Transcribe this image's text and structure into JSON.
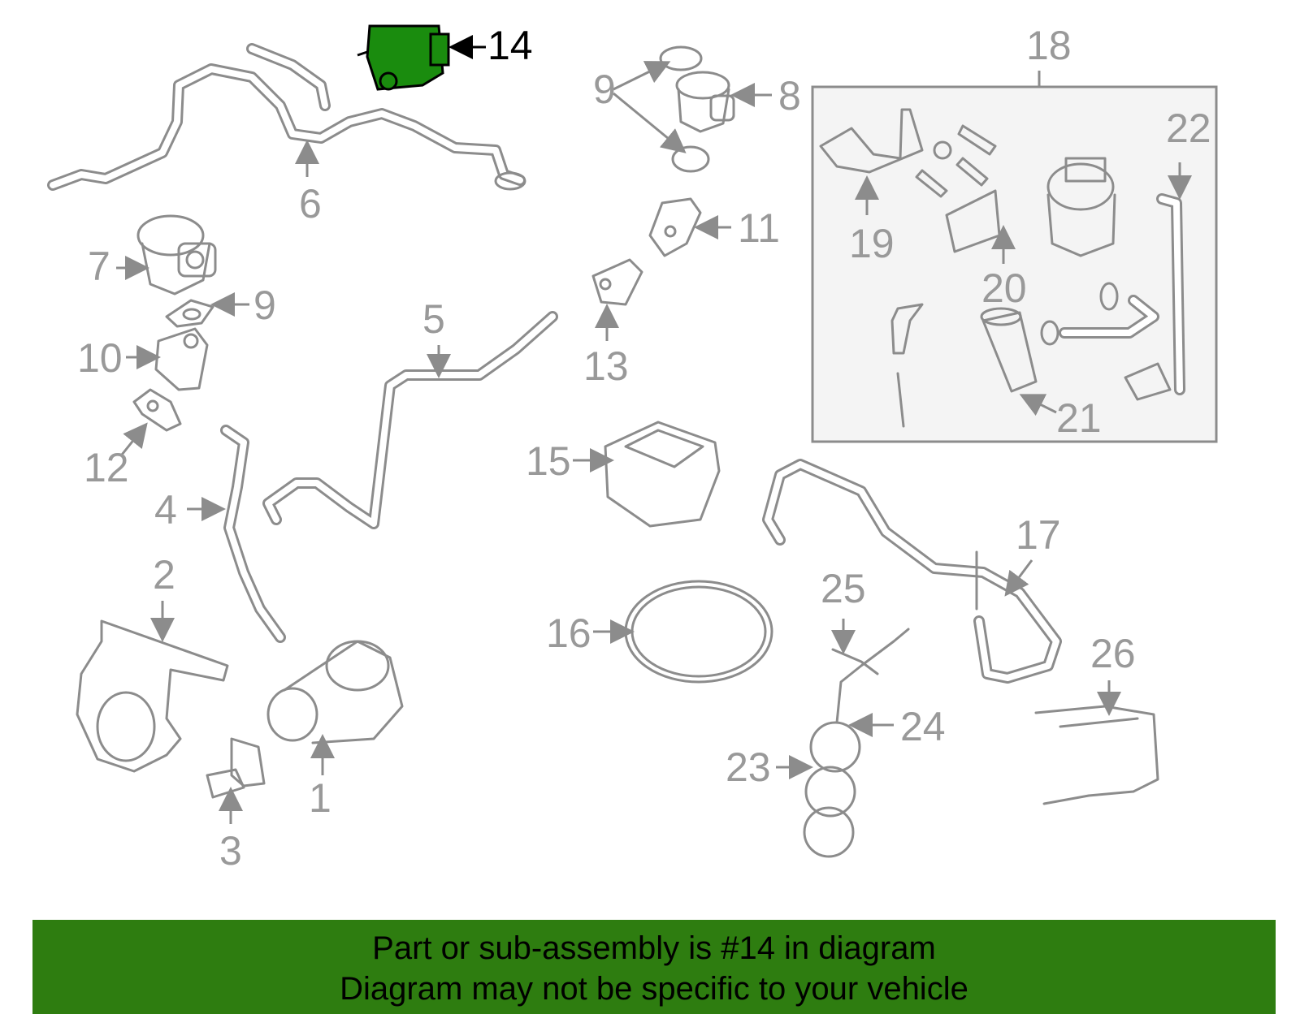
{
  "colors": {
    "highlight": "#1a8c0e",
    "part_stroke": "#8c8c8c",
    "label": "#999999",
    "banner": "#2e7d10"
  },
  "callouts": {
    "c1": "1",
    "c2": "2",
    "c3": "3",
    "c4": "4",
    "c5": "5",
    "c6": "6",
    "c7": "7",
    "c8": "8",
    "c9a": "9",
    "c9b": "9",
    "c10": "10",
    "c11": "11",
    "c12": "12",
    "c13": "13",
    "c14": "14",
    "c15": "15",
    "c16": "16",
    "c17": "17",
    "c18": "18",
    "c19": "19",
    "c20": "20",
    "c21": "21",
    "c22": "22",
    "c23": "23",
    "c24": "24",
    "c25": "25",
    "c26": "26"
  },
  "highlighted_part": "14",
  "banner": {
    "line1": "Part or sub-assembly is #14 in diagram",
    "line2": "Diagram may not be specific to your vehicle"
  }
}
